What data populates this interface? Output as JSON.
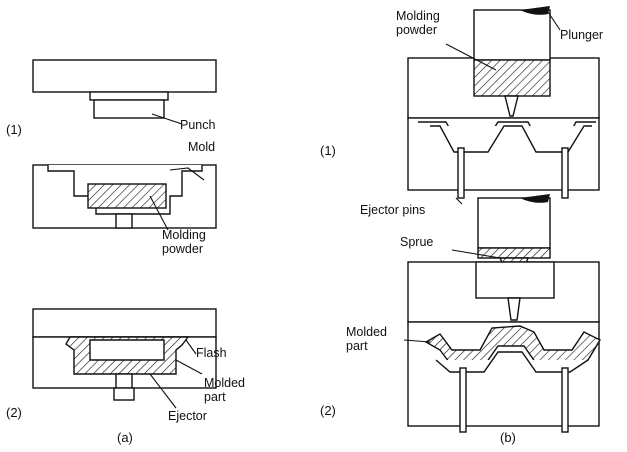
{
  "labels": {
    "punch": "Punch",
    "mold": "Mold",
    "molding_powder_a_line1": "Molding",
    "molding_powder_a_line2": "powder",
    "flash": "Flash",
    "molded_part_a_line1": "Molded",
    "molded_part_a_line2": "part",
    "ejector": "Ejector",
    "molding_powder_b_line1": "Molding",
    "molding_powder_b_line2": "powder",
    "plunger": "Plunger",
    "ejector_pins": "Ejector pins",
    "sprue": "Sprue",
    "molded_part_b_line1": "Molded",
    "molded_part_b_line2": "part"
  },
  "steps": {
    "a1": "(1)",
    "a2": "(2)",
    "b1": "(1)",
    "b2": "(2)"
  },
  "captions": {
    "a": "(a)",
    "b": "(b)"
  }
}
